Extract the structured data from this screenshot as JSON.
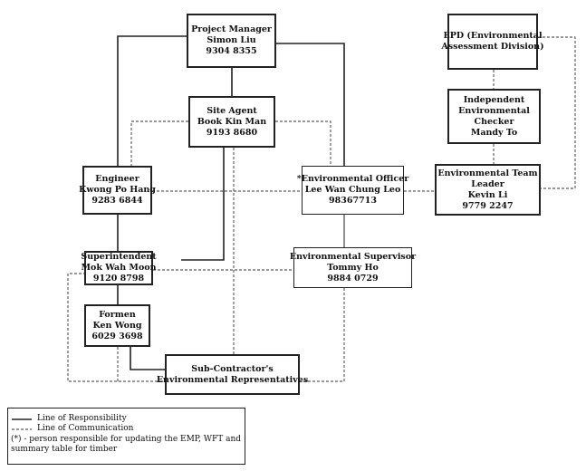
{
  "nodes": {
    "project_manager": [
      "Project Manager",
      "Simon Liu",
      "9304 8355"
    ],
    "site_agent": [
      "Site Agent",
      "Book Kin Man",
      "9193 8680"
    ],
    "engineer": [
      "Engineer",
      "Kwong Po Hang",
      "9283 6844"
    ],
    "environmental_officer": [
      "*Environmental Officer",
      "Lee Wan Chung Leo",
      "98367713"
    ],
    "superintendent": [
      "Superintendent",
      "Mok Wah Moon",
      "9120 8798"
    ],
    "environmental_supervisor": [
      "Environmental Supervisor",
      "Tommy Ho",
      "9884 0729"
    ],
    "formen": [
      "Formen",
      "Ken Wong",
      "6029 3698"
    ],
    "subcontractor": [
      "Sub-Contractor's",
      "Environmental Representatives"
    ],
    "epd": [
      "EPD (Environmental",
      "Assessment Division)"
    ],
    "iec": [
      "Independent",
      "Environmental",
      "Checker",
      "Mandy To"
    ],
    "et_leader": [
      "Environmental Team",
      "Leader",
      "Kevin Li",
      "9779 2247"
    ]
  },
  "legend": {
    "responsibility": "Line of Responsibility",
    "communication": "Line of Communication",
    "note_line1": "(*) - person responsible for updating the EMP, WFT and",
    "note_line2": "summary table for timber"
  },
  "line_styles": {
    "responsibility": "solid",
    "communication": "dashed"
  },
  "colors": {
    "line": "#222222",
    "box_border": "#222222"
  }
}
